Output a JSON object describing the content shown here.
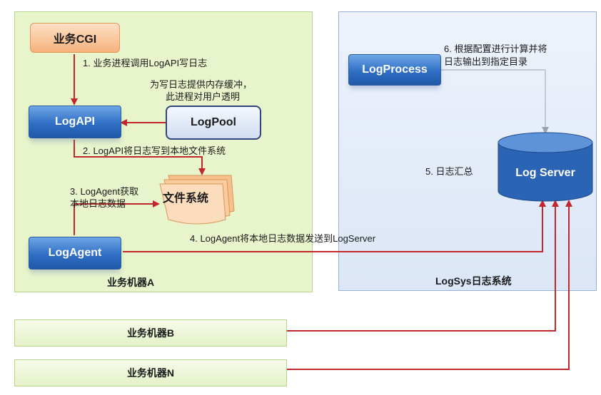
{
  "machine_a": {
    "label": "业务机器A",
    "cgi": "业务CGI",
    "logapi": "LogAPI",
    "logpool": "LogPool",
    "logagent": "LogAgent",
    "filesystem": "文件系统",
    "step1": "1. 业务进程调用LogAPI写日志",
    "pool_note_line1": "为写日志提供内存缓冲，",
    "pool_note_line2": "此进程对用户透明",
    "step2": "2. LogAPI将日志写到本地文件系统",
    "step3_line1": "3. LogAgent获取",
    "step3_line2": "本地日志数据"
  },
  "step4": "4. LogAgent将本地日志数据发送到LogServer",
  "logsys": {
    "label": "LogSys日志系统",
    "logprocess": "LogProcess",
    "logserver": "Log Server",
    "step5": "5. 日志汇总",
    "step6_line1": "6. 根据配置进行计算并将",
    "step6_line2": "日志输出到指定目录"
  },
  "machine_b": "业务机器B",
  "machine_n": "业务机器N",
  "colors": {
    "arrow": "#c0282c",
    "thin_arrow": "#9aa3b3",
    "node_blue": "#2f6fc4",
    "machine_green": "#e8f5cc",
    "logsys_blue": "#dbe6f6"
  }
}
